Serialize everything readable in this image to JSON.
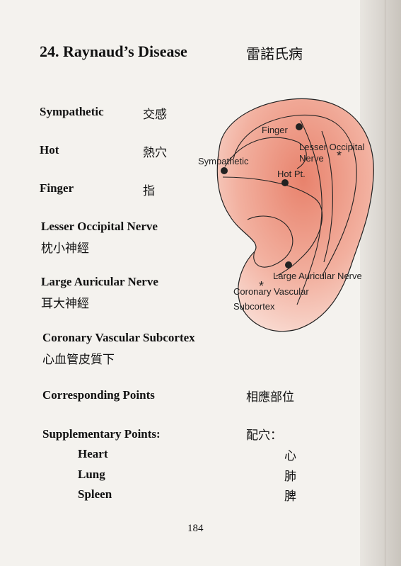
{
  "title": "24. Raynaud’s Disease",
  "title_cn": "雷諾氏病",
  "points": [
    {
      "en": "Sympathetic",
      "cn": "交感"
    },
    {
      "en": "Hot",
      "cn": "熱穴"
    },
    {
      "en": "Finger",
      "cn": "指"
    },
    {
      "en": "Lesser Occipital Nerve",
      "cn": "枕小神經"
    },
    {
      "en": "Large Auricular Nerve",
      "cn": "耳大神經"
    },
    {
      "en": "Coronary Vascular Subcortex",
      "cn": "心血管皮質下"
    }
  ],
  "corresponding": {
    "en": "Corresponding Points",
    "cn": "相應部位"
  },
  "supplementary": {
    "label": "Supplementary Points:",
    "label_cn": "配穴：",
    "items": [
      {
        "en": "Heart",
        "cn": "心"
      },
      {
        "en": "Lung",
        "cn": "肺"
      },
      {
        "en": "Spleen",
        "cn": "脾"
      }
    ]
  },
  "ear_labels": {
    "finger": "Finger",
    "lesser_occipital_1": "Lesser Occipital",
    "lesser_occipital_2": "Nerve",
    "sympathetic": "Sympathetic",
    "hot": "Hot Pt.",
    "large_auricular": "Large Auricular Nerve",
    "coronary_1": "Coronary Vascular",
    "coronary_2": "Subcortex"
  },
  "page_number": "184",
  "colors": {
    "ear_fill": "#f2b6a6",
    "ear_inner": "#e58a76",
    "ink": "#111111"
  }
}
